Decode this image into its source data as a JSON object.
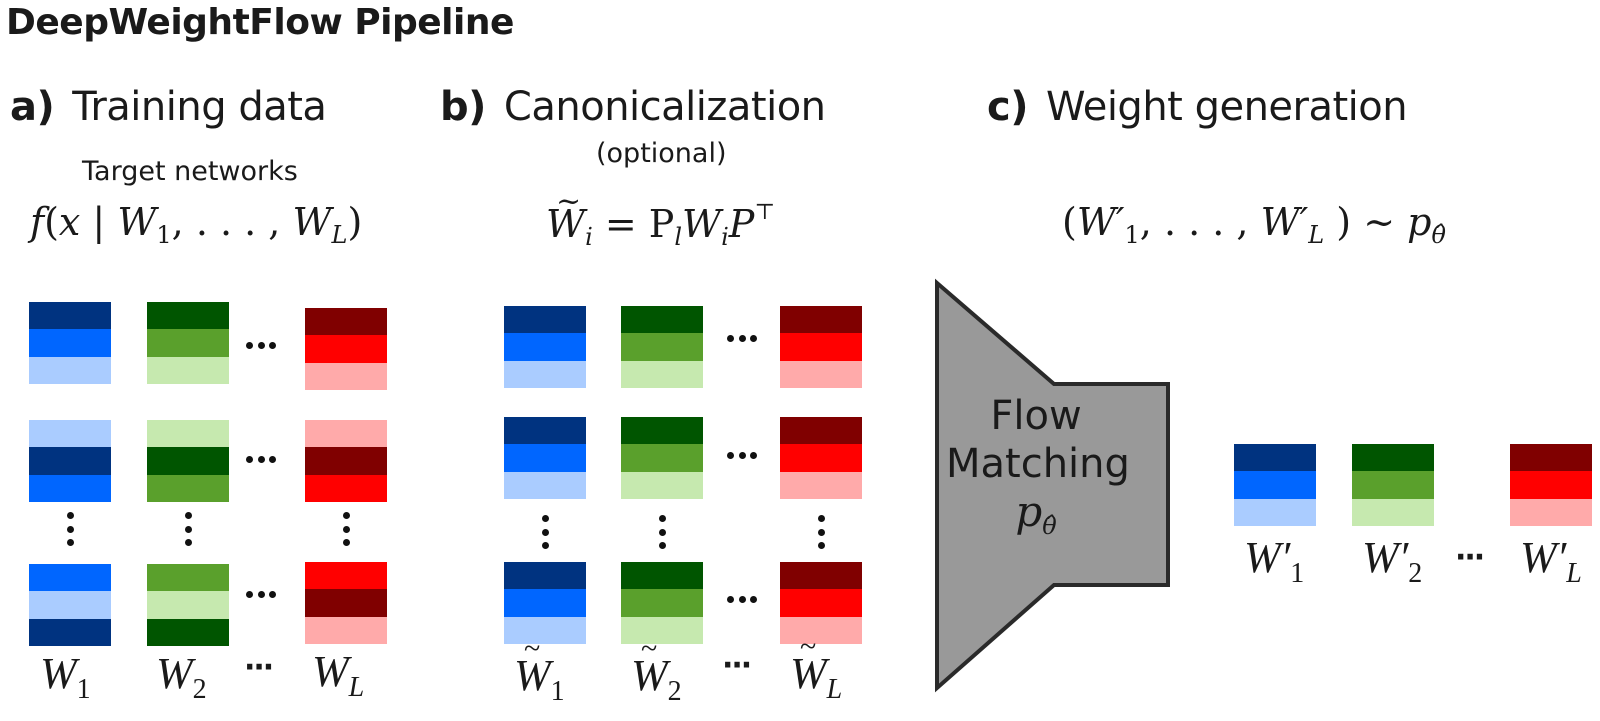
{
  "title": "DeepWeightFlow Pipeline",
  "colors": {
    "blue_dark": "#003380",
    "blue_mid": "#0066ff",
    "blue_light": "#aaccff",
    "green_dark": "#005500",
    "green_mid": "#5aa02c",
    "green_light": "#c6e9af",
    "red_dark": "#800000",
    "red_mid": "#ff0000",
    "red_light": "#ffaaaa",
    "flow_fill": "#999999",
    "flow_stroke": "#2a2a2a"
  },
  "sections": {
    "a": {
      "letter": "a)",
      "heading": "Training data",
      "subheading": "Target networks",
      "formula": {
        "f": "f",
        "open": "(x | W",
        "sub1": "1",
        "mid": ", . . . , W",
        "subL": "L",
        "close": ")"
      },
      "labels": [
        {
          "name": "W",
          "sub": "1"
        },
        {
          "name": "W",
          "sub": "2"
        },
        {
          "name": "W",
          "sub": "L"
        }
      ],
      "ellipsis": "···",
      "rows": [
        {
          "blue": [
            "blue_dark",
            "blue_mid",
            "blue_light"
          ],
          "green": [
            "green_dark",
            "green_mid",
            "green_light"
          ],
          "red": [
            "red_dark",
            "red_mid",
            "red_light"
          ]
        },
        {
          "blue": [
            "blue_light",
            "blue_dark",
            "blue_mid"
          ],
          "green": [
            "green_light",
            "green_dark",
            "green_mid"
          ],
          "red": [
            "red_light",
            "red_dark",
            "red_mid"
          ]
        },
        {
          "blue": [
            "blue_mid",
            "blue_light",
            "blue_dark"
          ],
          "green": [
            "green_mid",
            "green_light",
            "green_dark"
          ],
          "red": [
            "red_mid",
            "red_dark",
            "red_light"
          ]
        }
      ]
    },
    "b": {
      "letter": "b)",
      "heading": "Canonicalization",
      "subheading": "(optional)",
      "formula": {
        "lhs": "W",
        "lhs_sub": "i",
        "eq": " = P",
        "p_sub": "l",
        "w": "W",
        "w_sub": "i",
        "p2": "P",
        "sup": "⊤"
      },
      "labels": [
        {
          "name": "W",
          "sub": "1"
        },
        {
          "name": "W",
          "sub": "2"
        },
        {
          "name": "W",
          "sub": "L"
        }
      ],
      "ellipsis": "···",
      "rows": [
        {
          "blue": [
            "blue_dark",
            "blue_mid",
            "blue_light"
          ],
          "green": [
            "green_dark",
            "green_mid",
            "green_light"
          ],
          "red": [
            "red_dark",
            "red_mid",
            "red_light"
          ]
        },
        {
          "blue": [
            "blue_dark",
            "blue_mid",
            "blue_light"
          ],
          "green": [
            "green_dark",
            "green_mid",
            "green_light"
          ],
          "red": [
            "red_dark",
            "red_mid",
            "red_light"
          ]
        },
        {
          "blue": [
            "blue_dark",
            "blue_mid",
            "blue_light"
          ],
          "green": [
            "green_dark",
            "green_mid",
            "green_light"
          ],
          "red": [
            "red_dark",
            "red_mid",
            "red_light"
          ]
        }
      ]
    },
    "c": {
      "letter": "c)",
      "heading": "Weight generation",
      "formula": {
        "open": "(W′",
        "sub1": "1",
        "mid": ", . . . , W′",
        "subL": "L",
        "close": ") ∼ p",
        "theta": "θ̂"
      },
      "flow_box": {
        "line1": "Flow",
        "line2": "Matching",
        "p": "p",
        "theta": "θ̂"
      },
      "labels": [
        {
          "name": "W′",
          "sub": "1"
        },
        {
          "name": "W′",
          "sub": "2"
        },
        {
          "name": "W′",
          "sub": "L"
        }
      ],
      "ellipsis": "···",
      "output": {
        "blue": [
          "blue_dark",
          "blue_mid",
          "blue_light"
        ],
        "green": [
          "green_dark",
          "green_mid",
          "green_light"
        ],
        "red": [
          "red_dark",
          "red_mid",
          "red_light"
        ]
      }
    }
  }
}
